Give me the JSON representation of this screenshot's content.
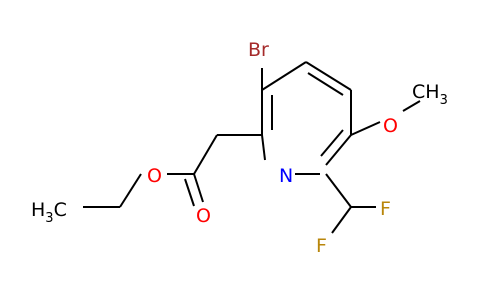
{
  "molecule": {
    "atom_labels": {
      "br": "Br",
      "n": "N",
      "o_methoxy": "O",
      "ch3_methoxy": "CH",
      "ch3_methoxy_sub": "3",
      "o_ester_single": "O",
      "o_ester_double": "O",
      "ch3_ethyl": "H",
      "ch3_ethyl_sub": "3",
      "ch3_ethyl_c": "C",
      "f_upper": "F",
      "f_lower": "F"
    },
    "colors": {
      "bromine": "#a52a2a",
      "nitrogen": "#0000ff",
      "oxygen": "#ff0000",
      "fluorine": "#b8860b",
      "carbon": "#000000"
    }
  }
}
